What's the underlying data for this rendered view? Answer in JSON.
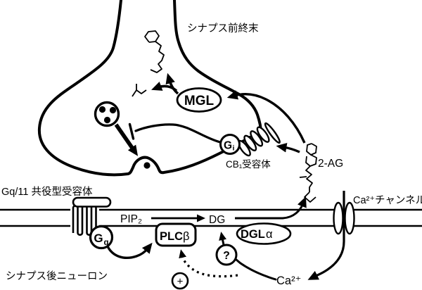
{
  "figure": {
    "background": "#ffffff",
    "ink": "#000000",
    "presynaptic": {
      "region_label": "シナプス前終末",
      "mgl": "MGL",
      "gi": {
        "main": "G",
        "sub": "i"
      },
      "cb1_receptor": "CB₁受容体"
    },
    "cleft": {
      "two_ag": "2-AG"
    },
    "postsynaptic": {
      "region_label": "シナプス後ニューロン",
      "gq11_receptor": "Gq/11 共役型受容体",
      "gq": {
        "main": "G",
        "sub": "q"
      },
      "pip2": "PIP₂",
      "dg": "DG",
      "plc": {
        "main": "PLC",
        "greek": "β"
      },
      "dgl": {
        "main": "DGL",
        "greek": "α"
      },
      "ca_channel": "Ca²⁺チャンネル",
      "ca_ion": "Ca²⁺",
      "question": "?",
      "plus": "+"
    }
  }
}
